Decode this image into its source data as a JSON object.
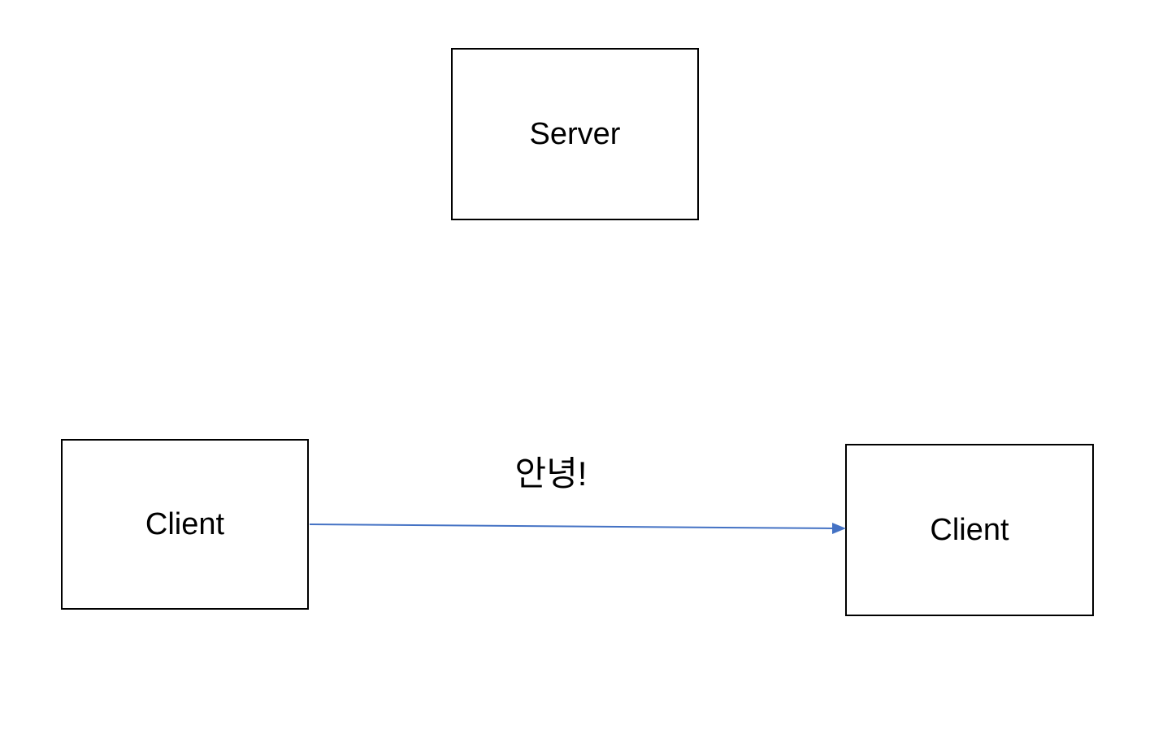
{
  "canvas": {
    "background_color": "#ffffff"
  },
  "diagram": {
    "nodes": [
      {
        "id": "server",
        "label": "Server"
      },
      {
        "id": "client-left",
        "label": "Client"
      },
      {
        "id": "client-right",
        "label": "Client"
      }
    ],
    "edge": {
      "from": "client-left",
      "to": "client-right",
      "label": "안녕!",
      "color": "#4472C4"
    },
    "node_border_color": "#000000",
    "text_color": "#000000"
  }
}
